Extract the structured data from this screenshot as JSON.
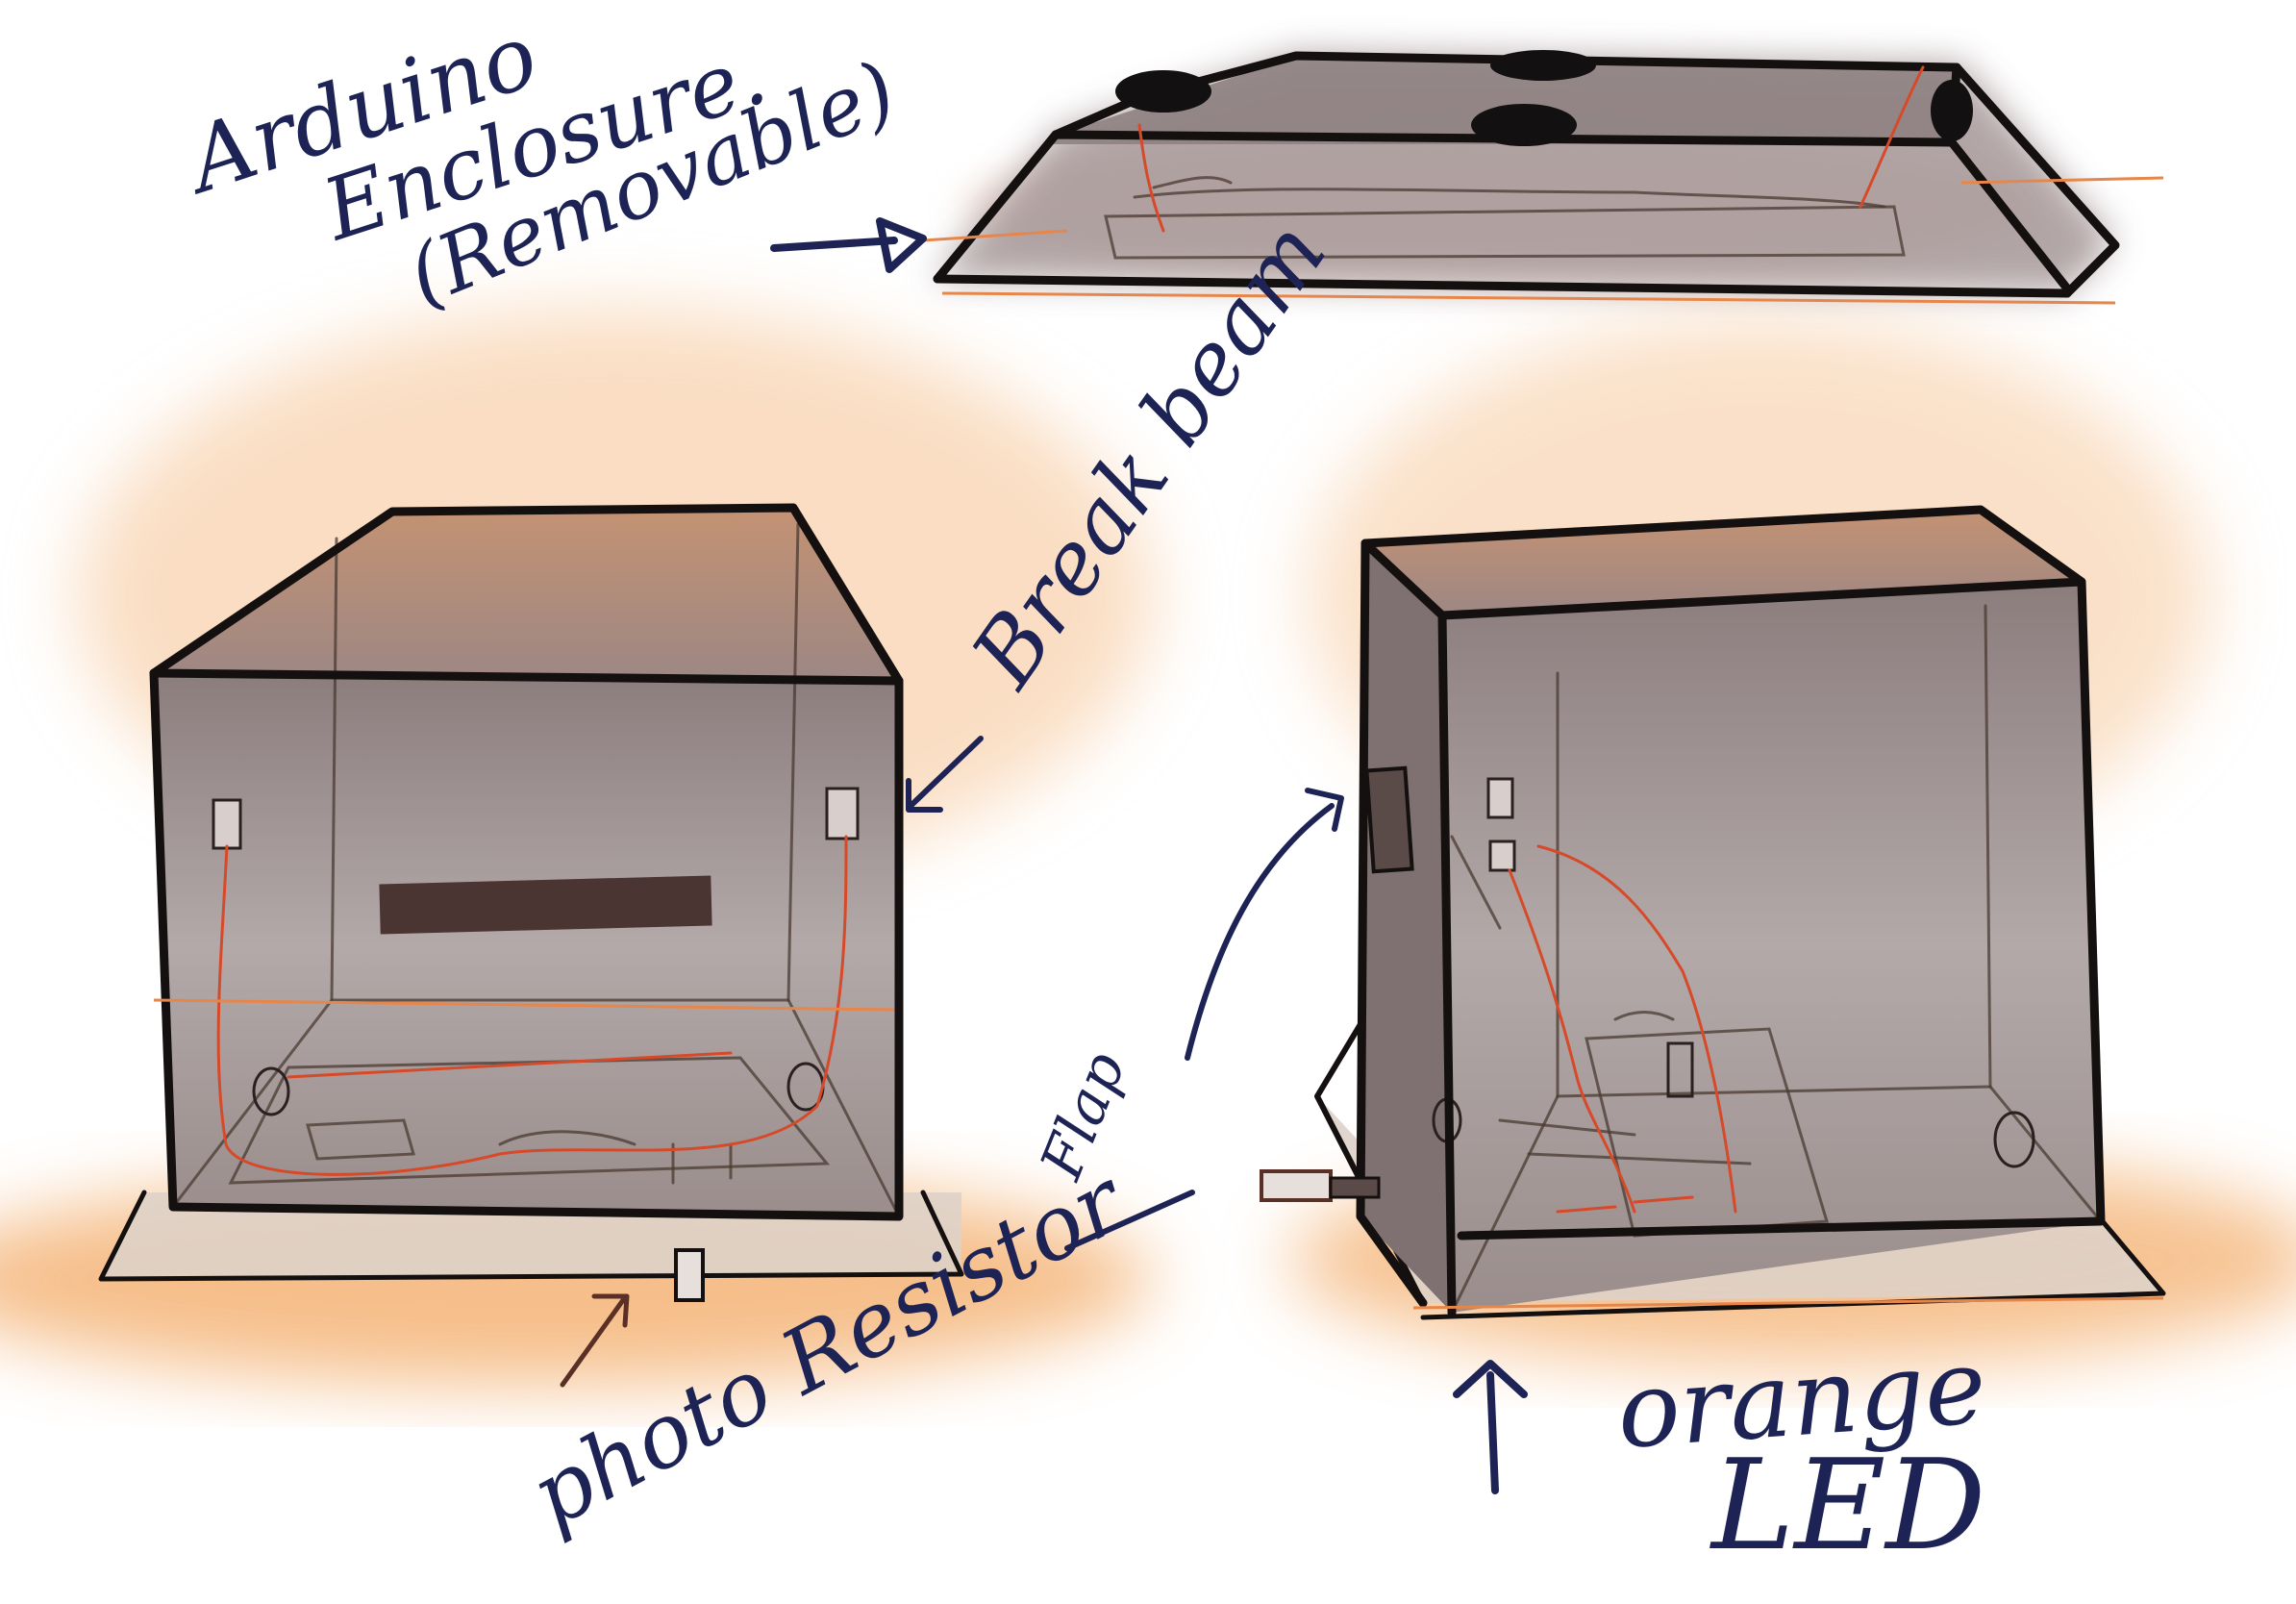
{
  "labels": {
    "arduino_enclosure": [
      "Arduino",
      "Enclosure.",
      "(Removable)"
    ],
    "break_beam": "Break beam",
    "flap": "Flap",
    "photo_resistor": "photo Resistor",
    "orange_led": [
      "orange",
      "LED"
    ]
  },
  "colors": {
    "ink": "#151010",
    "navy_annotation": "#1d2455",
    "wire_red": "#d64a2a",
    "wash_orange": "#f2b27a",
    "box_grey": "#8f8283"
  },
  "icons": {
    "arrows": [
      "arrow-to-enclosure",
      "arrow-break-beam",
      "arrow-flap",
      "arrow-photo-resistor",
      "arrow-orange-led"
    ]
  }
}
